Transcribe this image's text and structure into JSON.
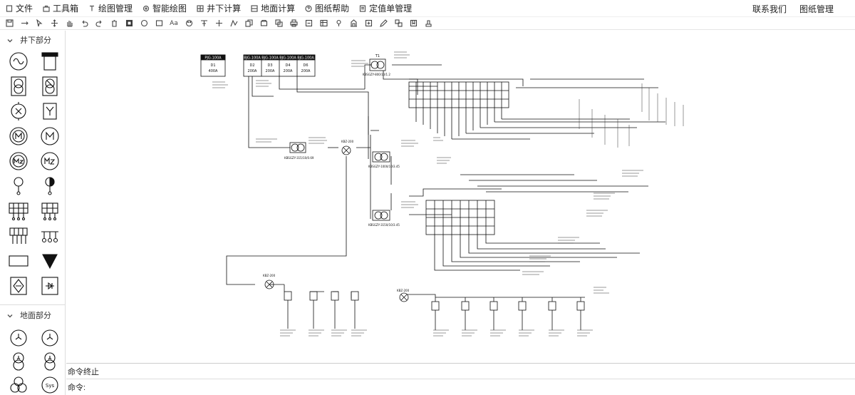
{
  "menu": {
    "items": [
      {
        "label": "文件",
        "icon": "file-icon"
      },
      {
        "label": "工具箱",
        "icon": "toolbox-icon"
      },
      {
        "label": "绘图管理",
        "icon": "draw-manage-icon"
      },
      {
        "label": "智能绘图",
        "icon": "smart-draw-icon"
      },
      {
        "label": "井下计算",
        "icon": "underground-calc-icon"
      },
      {
        "label": "地面计算",
        "icon": "surface-calc-icon"
      },
      {
        "label": "图纸帮助",
        "icon": "help-icon"
      },
      {
        "label": "定值单管理",
        "icon": "setting-sheet-icon"
      }
    ],
    "right": {
      "contact": "联系我们",
      "drawing_manage": "图纸管理"
    }
  },
  "toolbar": {
    "text_tool": "Aa"
  },
  "sidebar": {
    "section_underground": "井下部分",
    "section_surface": "地面部分",
    "section_surface_sym_label": "Sys"
  },
  "diagram": {
    "sources": [
      {
        "id": "D1",
        "label": "PJG-100A",
        "rating": "400A"
      },
      {
        "id": "D2",
        "label": "BJG-100A",
        "rating": "200A"
      },
      {
        "id": "D3",
        "label": "BJG-100A",
        "rating": "200A"
      },
      {
        "id": "D4",
        "label": "BJG-100A",
        "rating": "200A"
      },
      {
        "id": "D6",
        "label": "BJG-100A",
        "rating": "200A"
      }
    ],
    "labels": {
      "transformer_t1": "T1",
      "kbz": "KBZ-200",
      "kbz_lower": "KBZ-200",
      "kbz_bottom": "KBZ-200",
      "t1_type": "KBSGZY-800/10/1.2",
      "t2_type": "KBSGZY-315/10/0.69",
      "t3_type": "KBSGZY-1000/10/3.45",
      "t4_type": "KBSGZY-3150/10/3.45"
    }
  },
  "command": {
    "log": "命令终止",
    "prompt": "命令:",
    "input_value": ""
  }
}
